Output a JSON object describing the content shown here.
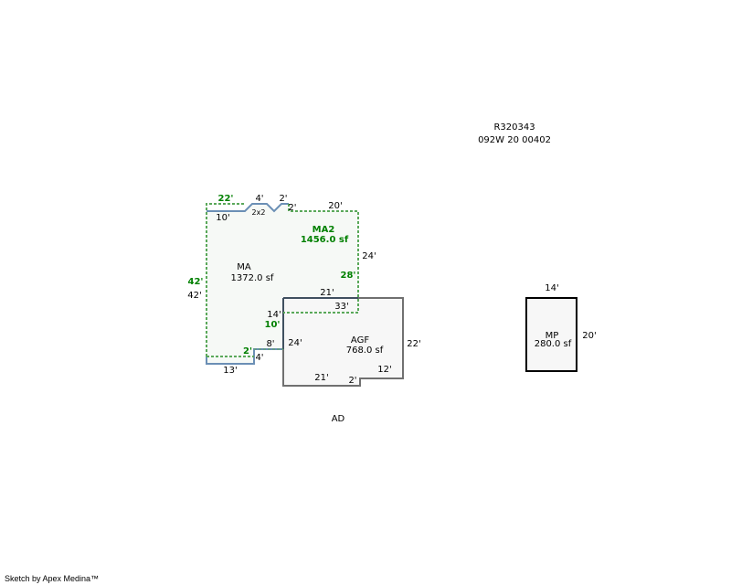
{
  "header": {
    "parcel_id": "R320343",
    "parcel_code": "092W 20 00402"
  },
  "areas": {
    "ma": {
      "name": "MA",
      "area": "1372.0 sf"
    },
    "ma2": {
      "name": "MA2",
      "area": "1456.0 sf"
    },
    "agf": {
      "name": "AGF",
      "area": "768.0 sf"
    },
    "mp": {
      "name": "MP",
      "area": "280.0 sf"
    },
    "ad": {
      "name": "AD"
    },
    "bay": {
      "name": "2x2"
    }
  },
  "dimensions": {
    "ma2_top_left": "22'",
    "ma_top_left": "10'",
    "bay_top": "4'",
    "bay_right": "2'",
    "step_2": "2'",
    "ma2_top": "20'",
    "ma2_right": "24'",
    "ma2_right_lower": "28'",
    "ma2_left": "42'",
    "ma_left": "42'",
    "ma_bottom_right": "21'",
    "agf_top": "33'",
    "ma_right_step": "14'",
    "ma2_right_step": "10'",
    "ma_lower_step": "8'",
    "ma2_lower_step": "2'",
    "ma_notch": "4'",
    "ma_bottom": "13'",
    "agf_left": "24'",
    "agf_right": "22'",
    "agf_bottom": "21'",
    "agf_notch": "2'",
    "agf_bottom_right": "12'",
    "mp_top": "14'",
    "mp_right": "20'"
  },
  "colors": {
    "ma_line": "#6b8fb5",
    "ma2_line": "#5aa85a",
    "agf_line": "#707070",
    "mp_line": "#000000",
    "fill": "#f6f9f6",
    "label_green": "#008000"
  },
  "footer": {
    "credit": "Sketch by Apex Medina™"
  }
}
